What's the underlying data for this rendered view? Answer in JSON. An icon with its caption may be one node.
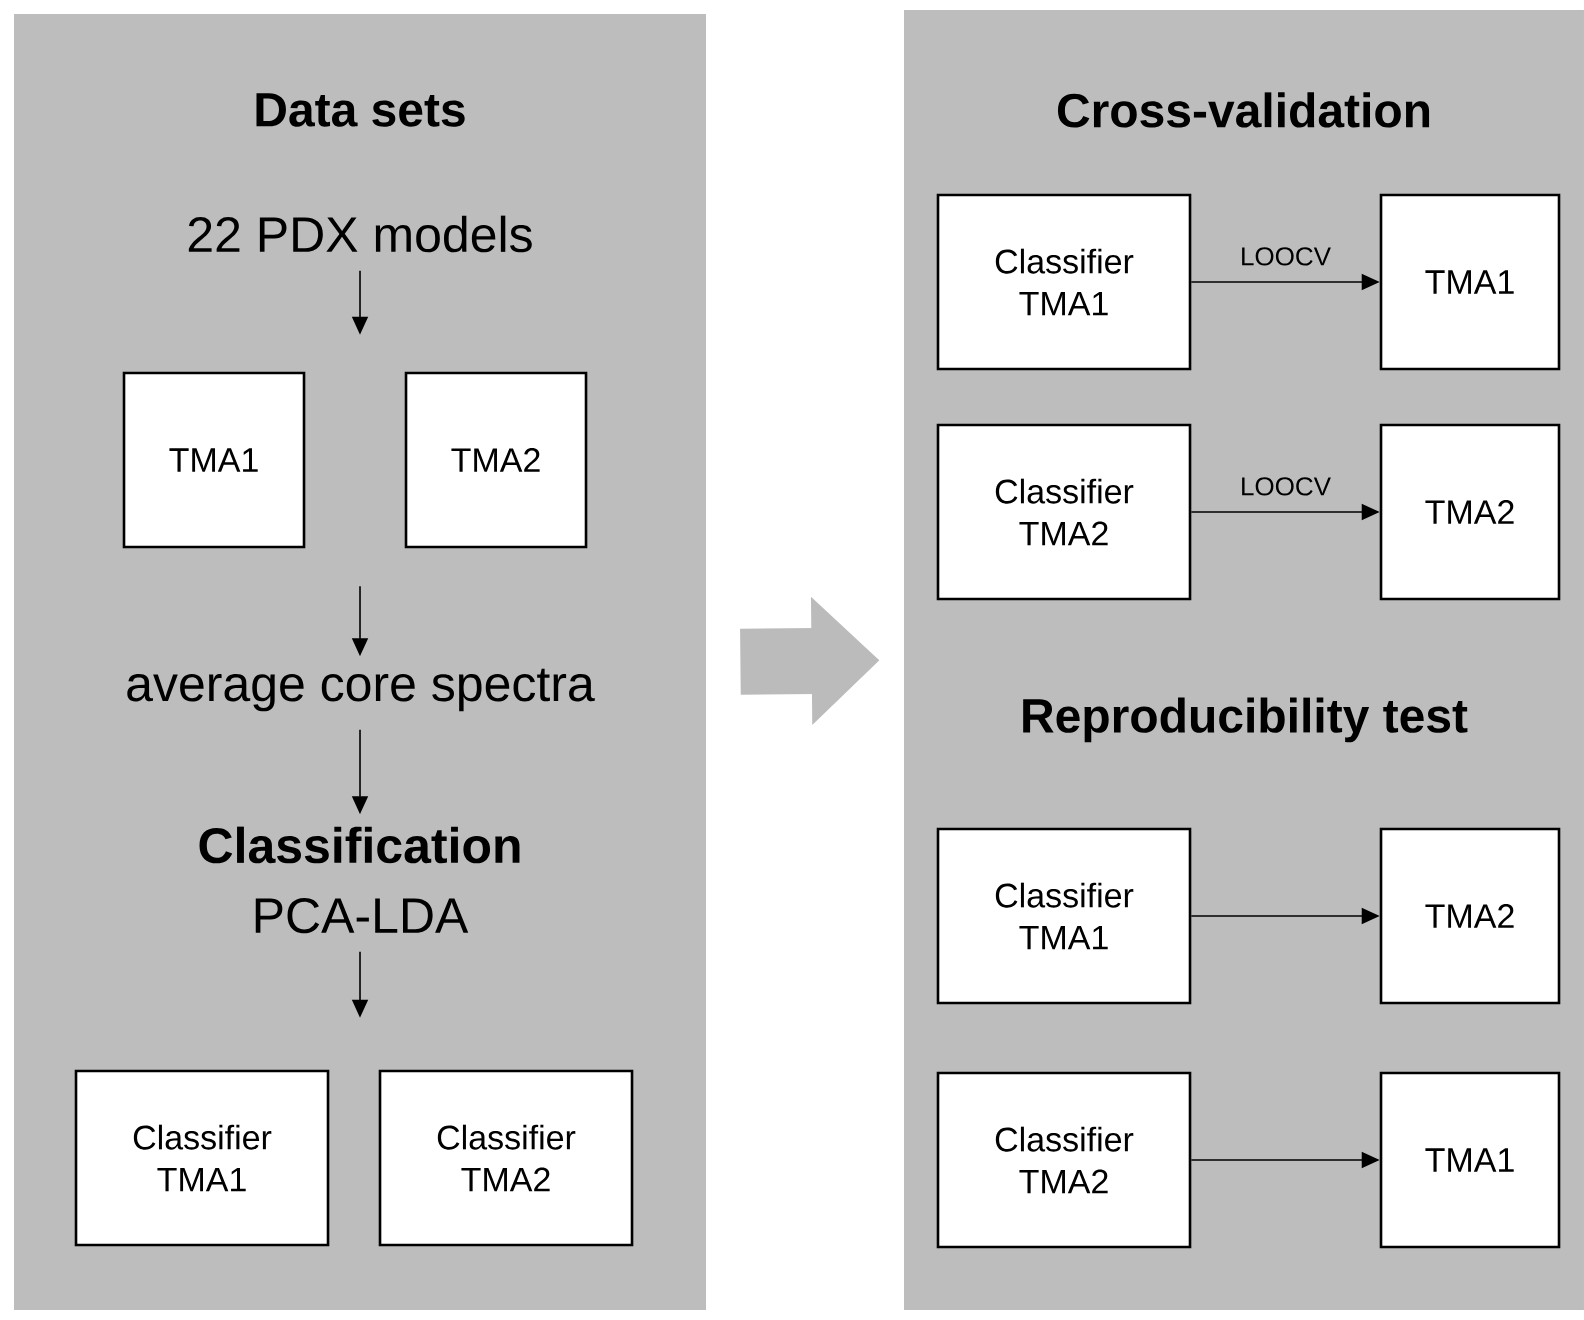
{
  "diagram": {
    "nodes": [
      {
        "text": [
          "Data sets"
        ]
      },
      {
        "text": [
          "22 PDX models"
        ],
        "in": 0
      },
      {
        "text": [
          "TMA1"
        ],
        "in": 0
      },
      {
        "text": [
          "TMA2"
        ],
        "in": 0
      },
      {
        "text": [
          "average core spectra"
        ],
        "in": 0
      },
      {
        "text": [
          "Classification",
          "PCA-LDA"
        ],
        "in": 0
      },
      {
        "text": [
          "Classifier TMA1"
        ],
        "in": 0
      },
      {
        "text": [
          "Classifier TMA2"
        ],
        "in": 0
      },
      {
        "text": [
          "Cross-validation",
          "Reproducibility test"
        ]
      },
      {
        "text": [
          "Classifier TMA1"
        ],
        "in": 8
      },
      {
        "text": [
          "TMA1"
        ],
        "in": 8
      },
      {
        "text": [
          "Classifier TMA2"
        ],
        "in": 8
      },
      {
        "text": [
          "TMA2"
        ],
        "in": 8
      },
      {
        "text": [
          "Classifier TMA1"
        ],
        "in": 8
      },
      {
        "text": [
          "TMA2"
        ],
        "in": 8
      },
      {
        "text": [
          "Classifier TMA2"
        ],
        "in": 8
      },
      {
        "text": [
          "TMA1"
        ],
        "in": 8
      }
    ],
    "edges": [
      {
        "from": 1,
        "to": null,
        "arrow": "to"
      },
      {
        "from": null,
        "to": 4,
        "arrow": "to"
      },
      {
        "from": 4,
        "to": 5,
        "arrow": "to"
      },
      {
        "from": 5,
        "to": null,
        "arrow": "to"
      },
      {
        "from": 0,
        "to": 8,
        "arrow": "to",
        "style": "thick",
        "color": "#bbbbbb"
      },
      {
        "from": 9,
        "to": 10,
        "arrow": "to",
        "label": "LOOCV"
      },
      {
        "from": 11,
        "to": 12,
        "arrow": "to",
        "label": "LOOCV"
      },
      {
        "from": 13,
        "to": 14,
        "arrow": "to"
      },
      {
        "from": 15,
        "to": 16,
        "arrow": "to"
      }
    ]
  }
}
